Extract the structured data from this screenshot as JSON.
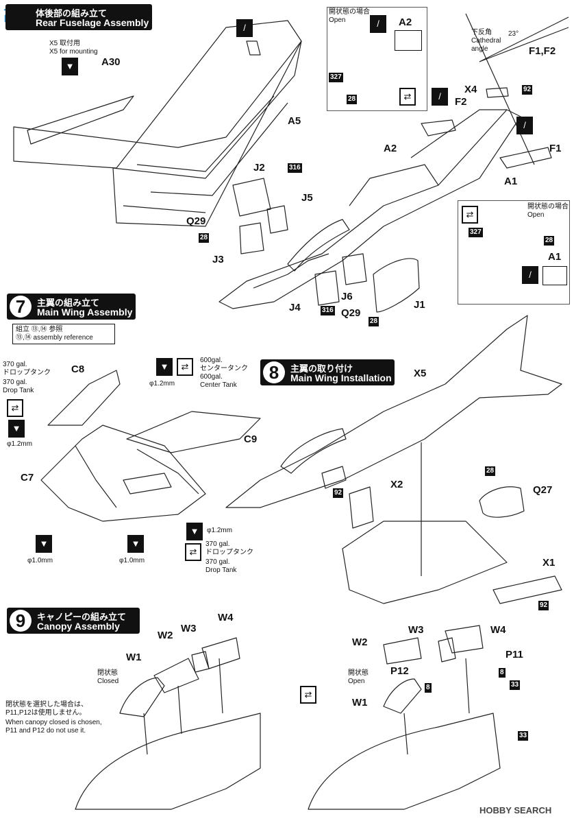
{
  "sections": {
    "s6": {
      "jp": "体後部の組み立て",
      "en": "Rear Fuselage Assembly"
    },
    "s7": {
      "num": "7",
      "jp": "主翼の組み立て",
      "en": "Main Wing Assembly"
    },
    "s8": {
      "num": "8",
      "jp": "主翼の取り付け",
      "en": "Main Wing Installation"
    },
    "s9": {
      "num": "9",
      "jp": "キャノピーの組み立て",
      "en": "Canopy Assembly"
    }
  },
  "s6": {
    "x5_jp": "X5 取付用",
    "x5_en": "X5 for mounting",
    "parts": {
      "a30": "A30",
      "a5": "A5",
      "a2": "A2",
      "a2b": "A2",
      "a1": "A1",
      "a1b": "A1",
      "x4": "X4",
      "f1": "F1",
      "f2": "F2",
      "f1f2": "F1,F2",
      "j1": "J1",
      "j2": "J2",
      "j3": "J3",
      "j4": "J4",
      "j5": "J5",
      "j6": "J6",
      "q29a": "Q29",
      "q29b": "Q29"
    },
    "badges": {
      "b327a": "327",
      "b28a": "28",
      "b92a": "92",
      "b316a": "316",
      "b28b": "28",
      "b316b": "316",
      "b28c": "28",
      "b327b": "327",
      "b28d": "28"
    },
    "open_jp": "開状態の場合",
    "open_en": "Open",
    "open_jp2": "開状態の場合",
    "open_en2": "Open",
    "dihedral_jp": "下反角",
    "dihedral_en1": "Cathedral",
    "dihedral_en2": "angle",
    "angle": "23°"
  },
  "s7": {
    "ref_line1": "組立 ⑬,⑭ 参照",
    "ref_line2": "⑬,⑭ assembly reference",
    "tank370_1": "370 gal.",
    "tank370_jp": "ドロップタンク",
    "tank370_2": "370 gal.",
    "tank370_en": "Drop Tank",
    "d12a": "φ1.2mm",
    "d12b": "φ1.2mm",
    "d12c": "φ1.2mm",
    "d10a": "φ1.0mm",
    "d10b": "φ1.0mm",
    "center1": "600gal.",
    "center_jp": "センタータンク",
    "center2": "600gal.",
    "center_en": "Center Tank",
    "tank_r1": "370 gal.",
    "tank_r_jp": "ドロップタンク",
    "tank_r2": "370 gal.",
    "tank_r_en": "Drop Tank",
    "parts": {
      "c7": "C7",
      "c8": "C8",
      "c9": "C9"
    }
  },
  "s8": {
    "parts": {
      "x1": "X1",
      "x2": "X2",
      "x5": "X5",
      "q27": "Q27"
    },
    "badges": {
      "b28": "28",
      "b92a": "92",
      "b92b": "92"
    }
  },
  "s9": {
    "closed_jp": "閉状態",
    "closed_en": "Closed",
    "open_jp": "開状態",
    "open_en": "Open",
    "note_jp1": "閉状態を選択した場合は、",
    "note_jp2": "P11,P12は使用しません。",
    "note_en1": "When canopy closed is chosen,",
    "note_en2": "P11 and P12 do not use it.",
    "parts": {
      "w1": "W1",
      "w2": "W2",
      "w3": "W3",
      "w4": "W4",
      "w1b": "W1",
      "w2b": "W2",
      "w3b": "W3",
      "w4b": "W4",
      "p11": "P11",
      "p12": "P12"
    },
    "badges": {
      "b8a": "8",
      "b8b": "8",
      "b33a": "33",
      "b33b": "33"
    }
  },
  "watermark": "HOBBY SEARCH",
  "corner_logo": "高"
}
